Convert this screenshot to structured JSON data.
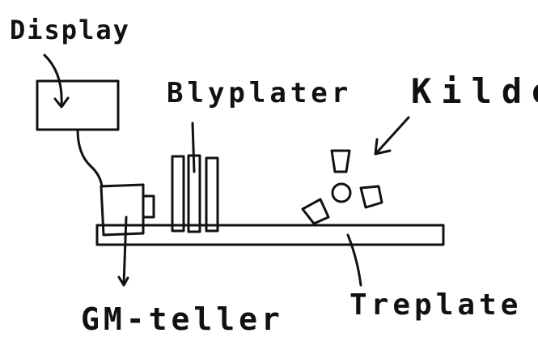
{
  "labels": {
    "display": "Display",
    "blyplater": "Blyplater",
    "kilde": "Kilde",
    "gm_teller": "GM-teller",
    "treplate": "Treplate"
  },
  "colors": {
    "ink": "#111111",
    "background": "#ffffff"
  }
}
